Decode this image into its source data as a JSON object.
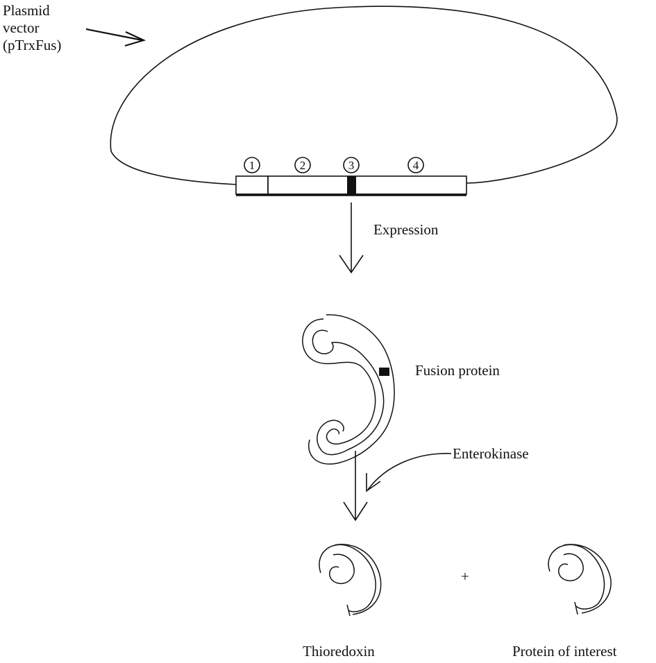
{
  "labels": {
    "plasmid_line1": "Plasmid",
    "plasmid_line2": "vector",
    "plasmid_line3": "(pTrxFus)",
    "expression": "Expression",
    "fusion_protein": "Fusion protein",
    "enterokinase": "Enterokinase",
    "thioredoxin": "Thioredoxin",
    "protein_of_interest": "Protein of interest",
    "plus": "+"
  },
  "segments": [
    "1",
    "2",
    "3",
    "4"
  ],
  "colors": {
    "ink": "#111111",
    "background": "#ffffff"
  }
}
